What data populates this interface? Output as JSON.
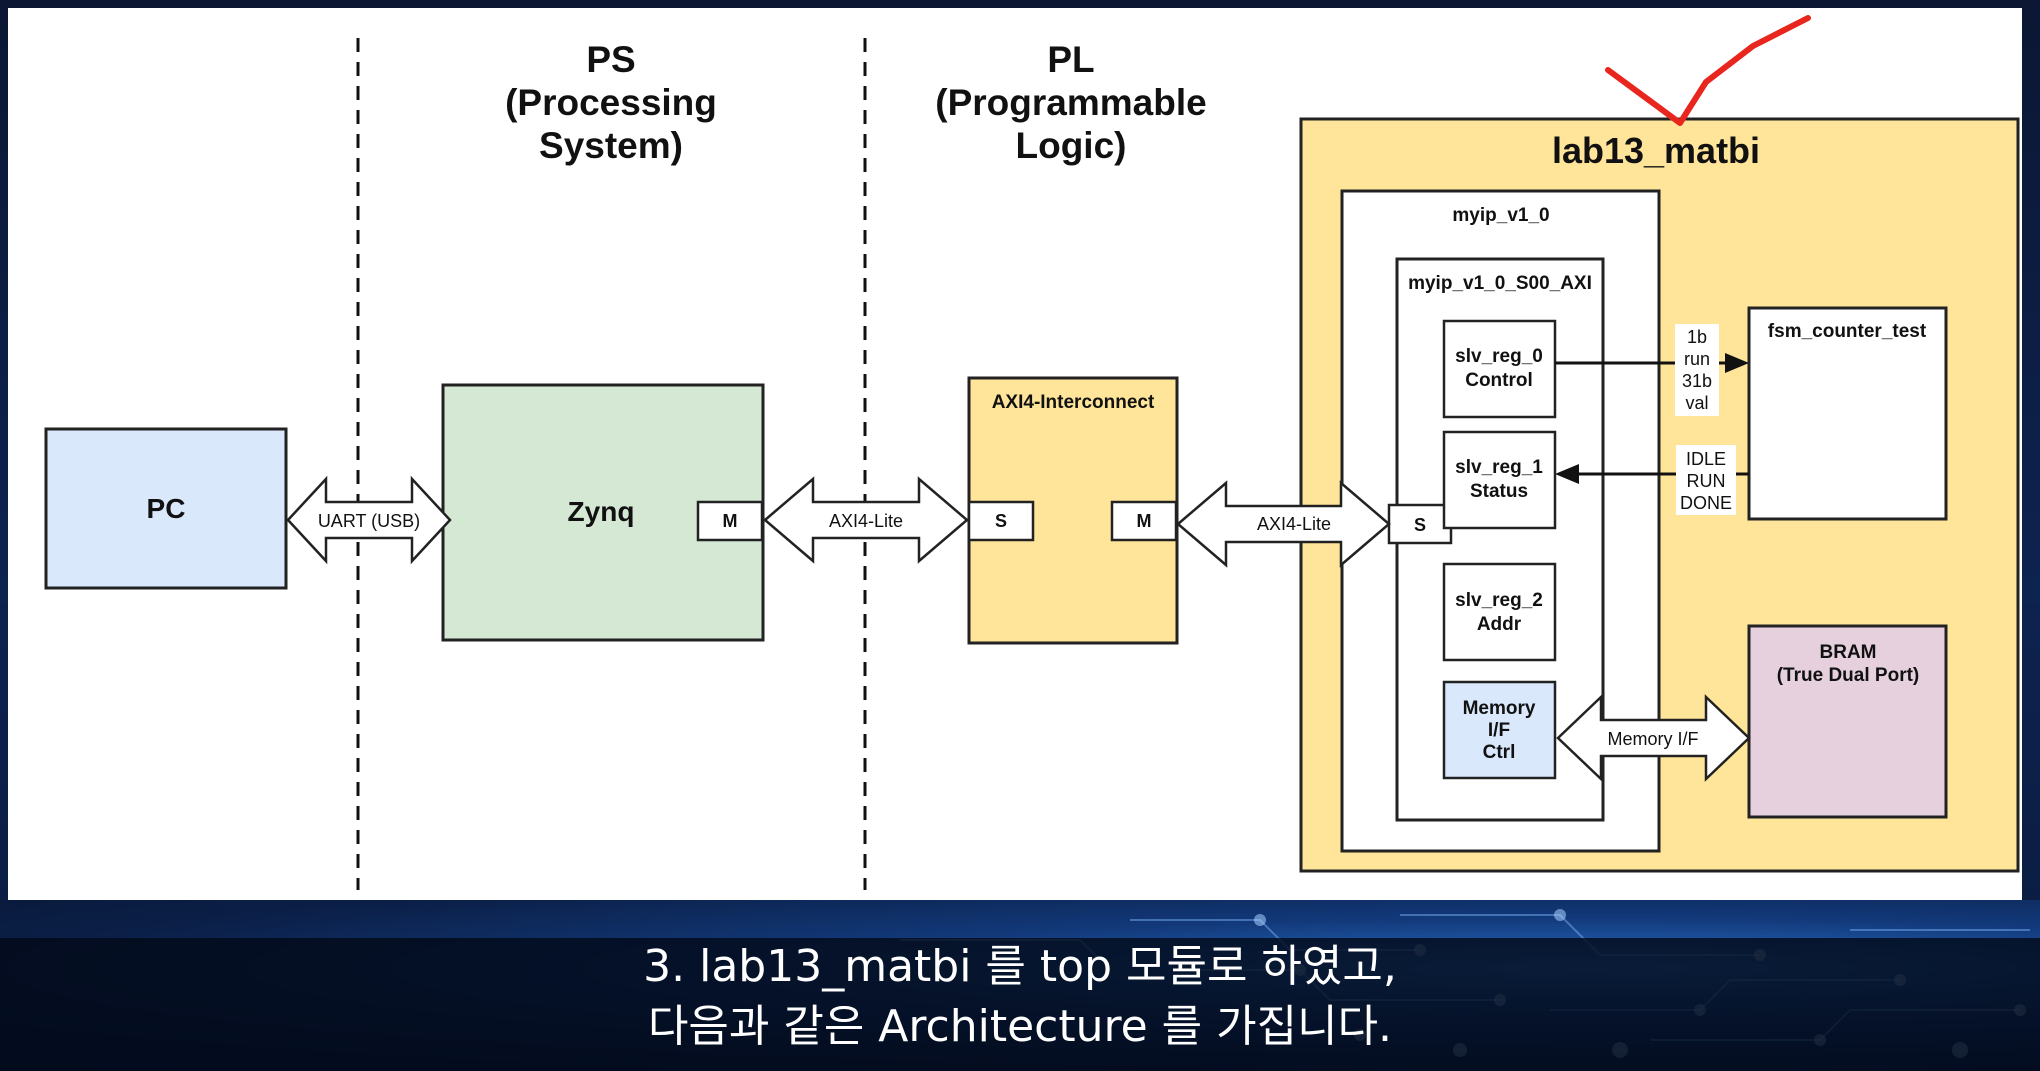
{
  "diagram": {
    "sections": {
      "ps": {
        "line1": "PS",
        "line2": "(Processing",
        "line3": "System)"
      },
      "pl": {
        "line1": "PL",
        "line2": "(Programmable",
        "line3": "Logic)"
      }
    },
    "blocks": {
      "pc": "PC",
      "zynq": "Zynq",
      "axi_interconnect": "AXI4-Interconnect",
      "lab13": "lab13_matbi",
      "myip": "myip_v1_0",
      "myip_s00": "myip_v1_0_S00_AXI",
      "fsm": "fsm_counter_test",
      "bram_line1": "BRAM",
      "bram_line2": "(True Dual Port)"
    },
    "registers": {
      "reg0_line1": "slv_reg_0",
      "reg0_line2": "Control",
      "reg1_line1": "slv_reg_1",
      "reg1_line2": "Status",
      "reg2_line1": "slv_reg_2",
      "reg2_line2": "Addr",
      "mem_line1": "Memory",
      "mem_line2": "I/F",
      "mem_line3": "Ctrl"
    },
    "ports": {
      "zynq_m": "M",
      "ic_s": "S",
      "ic_m": "M",
      "myip_s": "S"
    },
    "arrows": {
      "uart": "UART (USB)",
      "axi_lite_1": "AXI4-Lite",
      "axi_lite_2": "AXI4-Lite",
      "memory_if": "Memory I/F"
    },
    "signals": {
      "ctrl": [
        "1b",
        "run",
        "31b",
        "val"
      ],
      "status": [
        "IDLE",
        "RUN",
        "DONE"
      ]
    },
    "colors": {
      "pc": "#dae8fc",
      "zynq": "#d5e8d4",
      "pl": "#ffe599",
      "bram": "#e6d0de",
      "memctrl": "#dae8fc",
      "check": "#e8261e"
    },
    "annotation": "checkmark-icon"
  },
  "subtitle": {
    "line1": "3. lab13_matbi 를 top 모듈로 하였고,",
    "line2": "다음과 같은 Architecture 를 가집니다."
  }
}
